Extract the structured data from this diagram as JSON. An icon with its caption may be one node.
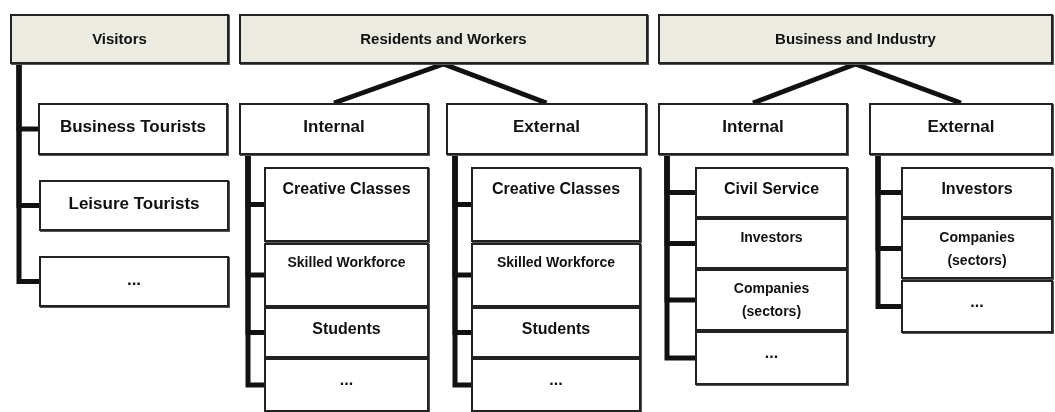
{
  "diagram": {
    "nodes": [
      {
        "text": [
          "Visitors"
        ]
      },
      {
        "text": [
          "Residents and Workers"
        ]
      },
      {
        "text": [
          "Business and Industry"
        ]
      },
      {
        "text": [
          "Business Tourists"
        ]
      },
      {
        "text": [
          "Leisure Tourists"
        ]
      },
      {
        "text": [
          "..."
        ]
      },
      {
        "text": [
          "Internal"
        ]
      },
      {
        "text": [
          "External"
        ]
      },
      {
        "text": [
          "Creative Classes"
        ]
      },
      {
        "text": [
          "Skilled Workforce"
        ]
      },
      {
        "text": [
          "Students"
        ]
      },
      {
        "text": [
          "..."
        ]
      },
      {
        "text": [
          "Creative Classes"
        ]
      },
      {
        "text": [
          "Skilled Workforce"
        ]
      },
      {
        "text": [
          "Students"
        ]
      },
      {
        "text": [
          "..."
        ]
      },
      {
        "text": [
          "Internal"
        ]
      },
      {
        "text": [
          "External"
        ]
      },
      {
        "text": [
          "Civil Service"
        ]
      },
      {
        "text": [
          "Investors"
        ]
      },
      {
        "text": [
          "Companies (sectors)"
        ]
      },
      {
        "text": [
          "..."
        ]
      },
      {
        "text": [
          "Investors"
        ]
      },
      {
        "text": [
          "Companies (sectors)"
        ]
      },
      {
        "text": [
          "..."
        ]
      }
    ],
    "edges": [
      {
        "from": 0,
        "to": 3,
        "arrow": "none"
      },
      {
        "from": 0,
        "to": 4,
        "arrow": "none"
      },
      {
        "from": 0,
        "to": 5,
        "arrow": "none"
      },
      {
        "from": 1,
        "to": 6,
        "arrow": "none"
      },
      {
        "from": 1,
        "to": 7,
        "arrow": "none"
      },
      {
        "from": 6,
        "to": 8,
        "arrow": "none"
      },
      {
        "from": 6,
        "to": 9,
        "arrow": "none"
      },
      {
        "from": 6,
        "to": 10,
        "arrow": "none"
      },
      {
        "from": 6,
        "to": 11,
        "arrow": "none"
      },
      {
        "from": 7,
        "to": 12,
        "arrow": "none"
      },
      {
        "from": 7,
        "to": 13,
        "arrow": "none"
      },
      {
        "from": 7,
        "to": 14,
        "arrow": "none"
      },
      {
        "from": 7,
        "to": 15,
        "arrow": "none"
      },
      {
        "from": 2,
        "to": 16,
        "arrow": "none"
      },
      {
        "from": 2,
        "to": 17,
        "arrow": "none"
      },
      {
        "from": 16,
        "to": 18,
        "arrow": "none"
      },
      {
        "from": 16,
        "to": 19,
        "arrow": "none"
      },
      {
        "from": 16,
        "to": 20,
        "arrow": "none"
      },
      {
        "from": 16,
        "to": 21,
        "arrow": "none"
      },
      {
        "from": 17,
        "to": 22,
        "arrow": "none"
      },
      {
        "from": 17,
        "to": 23,
        "arrow": "none"
      },
      {
        "from": 17,
        "to": 24,
        "arrow": "none"
      }
    ]
  }
}
